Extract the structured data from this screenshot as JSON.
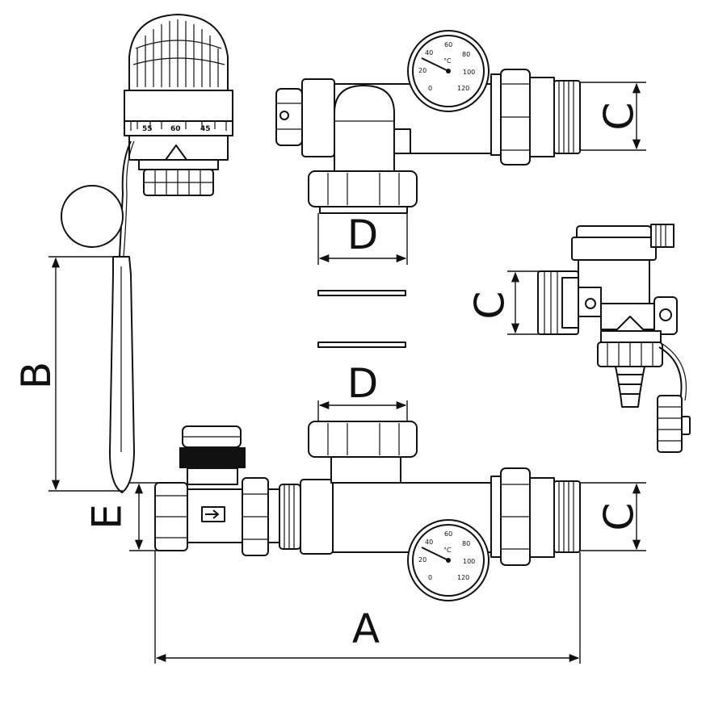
{
  "dimensions": {
    "a": "A",
    "b": "B",
    "c_top": "C",
    "c_right": "C",
    "c_bottom": "C",
    "d_top": "D",
    "d_bottom": "D",
    "e": "E"
  },
  "thermostat_scale": [
    "55",
    "60",
    "45"
  ],
  "gauge_scale": {
    "unit": "°C",
    "ticks": [
      "0",
      "20",
      "40",
      "60",
      "80",
      "100",
      "120"
    ]
  }
}
